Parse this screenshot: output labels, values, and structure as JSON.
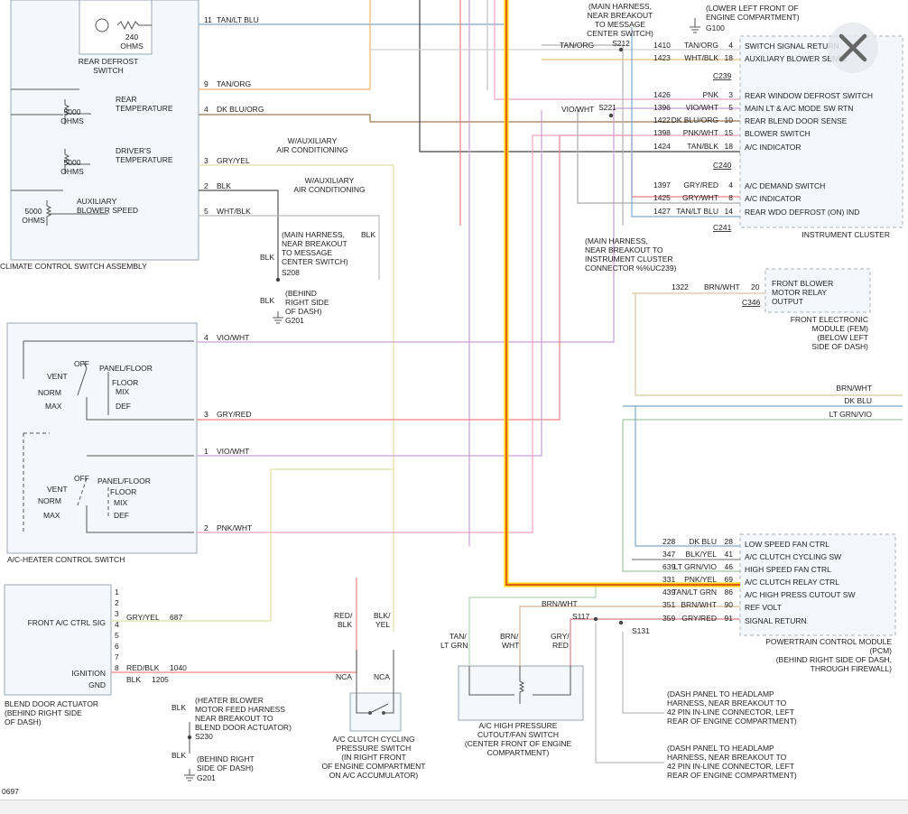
{
  "diagram_id": "0697",
  "colors": {
    "yellow_highlight": "#ffd400",
    "red_trace": "#e03030",
    "background": "#ffffff",
    "module_fill": "#f4f8fc"
  },
  "icons": [
    "close-icon",
    "ground-icon",
    "resistor-icon",
    "switch-icon"
  ],
  "modules": {
    "climate": "CLIMATE CONTROL SWITCH ASSEMBLY",
    "rear_defrost": [
      "REAR DEFROST",
      "SWITCH"
    ],
    "ohms_240": [
      "240",
      "OHMS"
    ],
    "rear_temp": [
      "REAR",
      "TEMPERATURE"
    ],
    "driver_temp": [
      "DRIVER'S",
      "TEMPERATURE"
    ],
    "aux_blower": [
      "AUXILIARY",
      "BLOWER SPEED"
    ],
    "ohms_5000": [
      "5000",
      "OHMS"
    ],
    "ac_heater": "A/C-HEATER CONTROL SWITCH",
    "blend_door": [
      "BLEND DOOR ACTUATOR",
      "(BEHIND RIGHT SIDE",
      "OF DASH)"
    ],
    "front_ac_ctrl": "FRONT A/C CTRL SIG",
    "ignition": "IGNITION",
    "gnd": "GND",
    "instrument_cluster": "INSTRUMENT CLUSTER",
    "fem": [
      "FRONT ELECTRONIC",
      "MODULE (FEM)",
      "(BELOW LEFT",
      "SIDE OF DASH)"
    ],
    "pcm": [
      "POWERTRAIN CONTROL MODULE",
      "(PCM)",
      "(BEHIND RIGHT SIDE OF DASH,",
      "THROUGH FIREWALL)"
    ],
    "ac_clutch_switch": [
      "A/C CLUTCH CYCLING",
      "PRESSURE SWITCH",
      "(IN RIGHT FRONT",
      "OF ENGINE COMPARTMENT",
      "ON A/C ACCUMULATOR)"
    ],
    "ac_high_pressure": [
      "A/C HIGH PRESSURE",
      "CUTOUT/FAN SWITCH",
      "(CENTER FRONT OF ENGINE",
      "COMPARTMENT)"
    ]
  },
  "climate_wires": [
    {
      "pin": "11",
      "color": "TAN/LT BLU"
    },
    {
      "pin": "9",
      "color": "TAN/ORG"
    },
    {
      "pin": "4",
      "color": "DK BLU/ORG"
    },
    {
      "pin": "3",
      "color": "GRY/YEL"
    },
    {
      "pin": "2",
      "color": "BLK"
    },
    {
      "pin": "5",
      "color": "WHT/BLK"
    }
  ],
  "ac_heater_wires": [
    {
      "pin": "4",
      "color": "VIO/WHT"
    },
    {
      "pin": "3",
      "color": "GRY/RED"
    },
    {
      "pin": "1",
      "color": "VIO/WHT"
    },
    {
      "pin": "2",
      "color": "PNK/WHT"
    }
  ],
  "switch1": {
    "off": "OFF",
    "vent": "VENT",
    "norm": "NORM",
    "max": "MAX",
    "panel": "PANEL/FLOOR",
    "floor": "FLOOR",
    "mix": "MIX",
    "def": "DEF"
  },
  "switch2": {
    "off": "OFF",
    "vent": "VENT",
    "norm": "NORM",
    "max": "MAX",
    "panel": "PANEL/FLOOR",
    "floor": "FLOOR",
    "mix": "MIX",
    "def": "DEF"
  },
  "blend_pins": [
    "1",
    "2",
    "3",
    "4",
    "5",
    "6",
    "7",
    "8"
  ],
  "blend_wires": [
    {
      "pin": "3",
      "color": "GRY/YEL",
      "circuit": "687"
    },
    {
      "pin": "7",
      "color": "RED/BLK",
      "circuit": "1040"
    },
    {
      "pin": "8",
      "color": "BLK",
      "circuit": "1205"
    }
  ],
  "ic_pins": [
    {
      "circuit": "1410",
      "color": "TAN/ORG",
      "pin": "4",
      "label": "SWITCH SIGNAL RETURN"
    },
    {
      "circuit": "1423",
      "color": "WHT/BLK",
      "pin": "18",
      "label": "AUXILIARY BLOWER SENSE"
    },
    {
      "circuit": "1426",
      "color": "PNK",
      "pin": "3",
      "label": "REAR WINDOW DEFROST SWITCH"
    },
    {
      "circuit": "1396",
      "color": "VIO/WHT",
      "pin": "5",
      "label": "MAIN LT & A/C MODE SW RTN"
    },
    {
      "circuit": "1422",
      "color": "DK BLU/ORG",
      "pin": "10",
      "label": "REAR BLEND DOOR SENSE"
    },
    {
      "circuit": "1398",
      "color": "PNK/WHT",
      "pin": "15",
      "label": "BLOWER SWITCH"
    },
    {
      "circuit": "1424",
      "color": "TAN/BLK",
      "pin": "18",
      "label": "A/C INDICATOR"
    },
    {
      "circuit": "1397",
      "color": "GRY/RED",
      "pin": "4",
      "label": "A/C DEMAND SWITCH"
    },
    {
      "circuit": "1425",
      "color": "GRY/WHT",
      "pin": "8",
      "label": "A/C INDICATOR"
    },
    {
      "circuit": "1427",
      "color": "TAN/LT BLU",
      "pin": "14",
      "label": "REAR WDO DEFROST (ON) IND"
    }
  ],
  "ic_connectors": [
    "C239",
    "C240",
    "C241"
  ],
  "fem_wire": {
    "circuit": "1322",
    "color": "BRN/WHT",
    "pin": "20",
    "label": [
      "FRONT BLOWER",
      "MOTOR RELAY",
      "OUTPUT"
    ],
    "connector": "C346"
  },
  "right_exits": [
    "BRN/WHT",
    "DK BLU",
    "LT GRN/VIO"
  ],
  "pcm_pins": [
    {
      "circuit": "228",
      "color": "DK BLU",
      "pin": "28",
      "label": "LOW SPEED FAN CTRL"
    },
    {
      "circuit": "347",
      "color": "BLK/YEL",
      "pin": "41",
      "label": "A/C CLUTCH CYCLING SW"
    },
    {
      "circuit": "639",
      "color": "LT GRN/VIO",
      "pin": "46",
      "label": "HIGH SPEED FAN CTRL"
    },
    {
      "circuit": "331",
      "color": "PNK/YEL",
      "pin": "69",
      "label": "A/C CLUTCH RELAY CTRL"
    },
    {
      "circuit": "439",
      "color": "TAN/LT GRN",
      "pin": "86",
      "label": "A/C HIGH PRESS CUTOUT SW"
    },
    {
      "circuit": "351",
      "color": "BRN/WHT",
      "pin": "90",
      "label": "REF VOLT"
    },
    {
      "circuit": "359",
      "color": "GRY/RED",
      "pin": "91",
      "label": "SIGNAL RETURN"
    }
  ],
  "splices": {
    "s212": {
      "id": "S212",
      "color": "TAN/ORG",
      "note": [
        "(MAIN HARNESS,",
        "NEAR BREAKOUT",
        "TO MESSAGE",
        "CENTER SWITCH)"
      ]
    },
    "s221": {
      "id": "S221",
      "color": "VIO/WHT",
      "note": [
        "(MAIN HARNESS,",
        "NEAR BREAKOUT TO",
        "INSTRUMENT CLUSTER",
        "CONNECTOR %%UC239)"
      ]
    },
    "s208": {
      "id": "S208",
      "blk": "BLK",
      "note": [
        "(MAIN HARNESS,",
        "NEAR BREAKOUT",
        "TO MESSAGE",
        "CENTER SWITCH)"
      ]
    },
    "s230": {
      "id": "S230",
      "blk": "BLK",
      "note": [
        "(HEATER BLOWER",
        "MOTOR FEED HARNESS",
        "NEAR BREAKOUT TO",
        "BLEND DOOR ACTUATOR)"
      ]
    },
    "s117": {
      "id": "S117"
    },
    "s131": {
      "id": "S131"
    }
  },
  "grounds": {
    "g100": {
      "id": "G100",
      "note": [
        "(LOWER LEFT FRONT OF",
        "ENGINE COMPARTMENT)"
      ]
    },
    "g201a": {
      "id": "G201",
      "blk": "BLK",
      "note": [
        "(BEHIND",
        "RIGHT SIDE",
        "OF DASH)"
      ]
    },
    "g201b": {
      "id": "G201",
      "blk": "BLK",
      "note": [
        "(BEHIND RIGHT",
        "SIDE OF DASH)"
      ]
    }
  },
  "aux_ac": [
    "W/AUXILIARY",
    "AIR CONDITIONING"
  ],
  "blk_label": "BLK",
  "nca": "NCA",
  "ac_clutch_wires": [
    "RED/",
    "BLK",
    "BLK/",
    "YEL"
  ],
  "hp_wires": [
    "TAN/",
    "LT GRN",
    "BRN/",
    "WHT",
    "GRY/",
    "RED"
  ],
  "brn_wht_top": "BRN/WHT",
  "dash_notes": [
    [
      "(DASH PANEL TO HEADLAMP",
      "HARNESS, NEAR BREAKOUT TO",
      "42 PIN IN-LINE CONNECTOR, LEFT",
      "REAR OF ENGINE COMPARTMENT)"
    ],
    [
      "(DASH PANEL TO HEADLAMP",
      "HARNESS, NEAR BREAKOUT TO",
      "42 PIN IN-LINE CONNECTOR, LEFT",
      "REAR OF ENGINE COMPARTMENT)"
    ]
  ]
}
